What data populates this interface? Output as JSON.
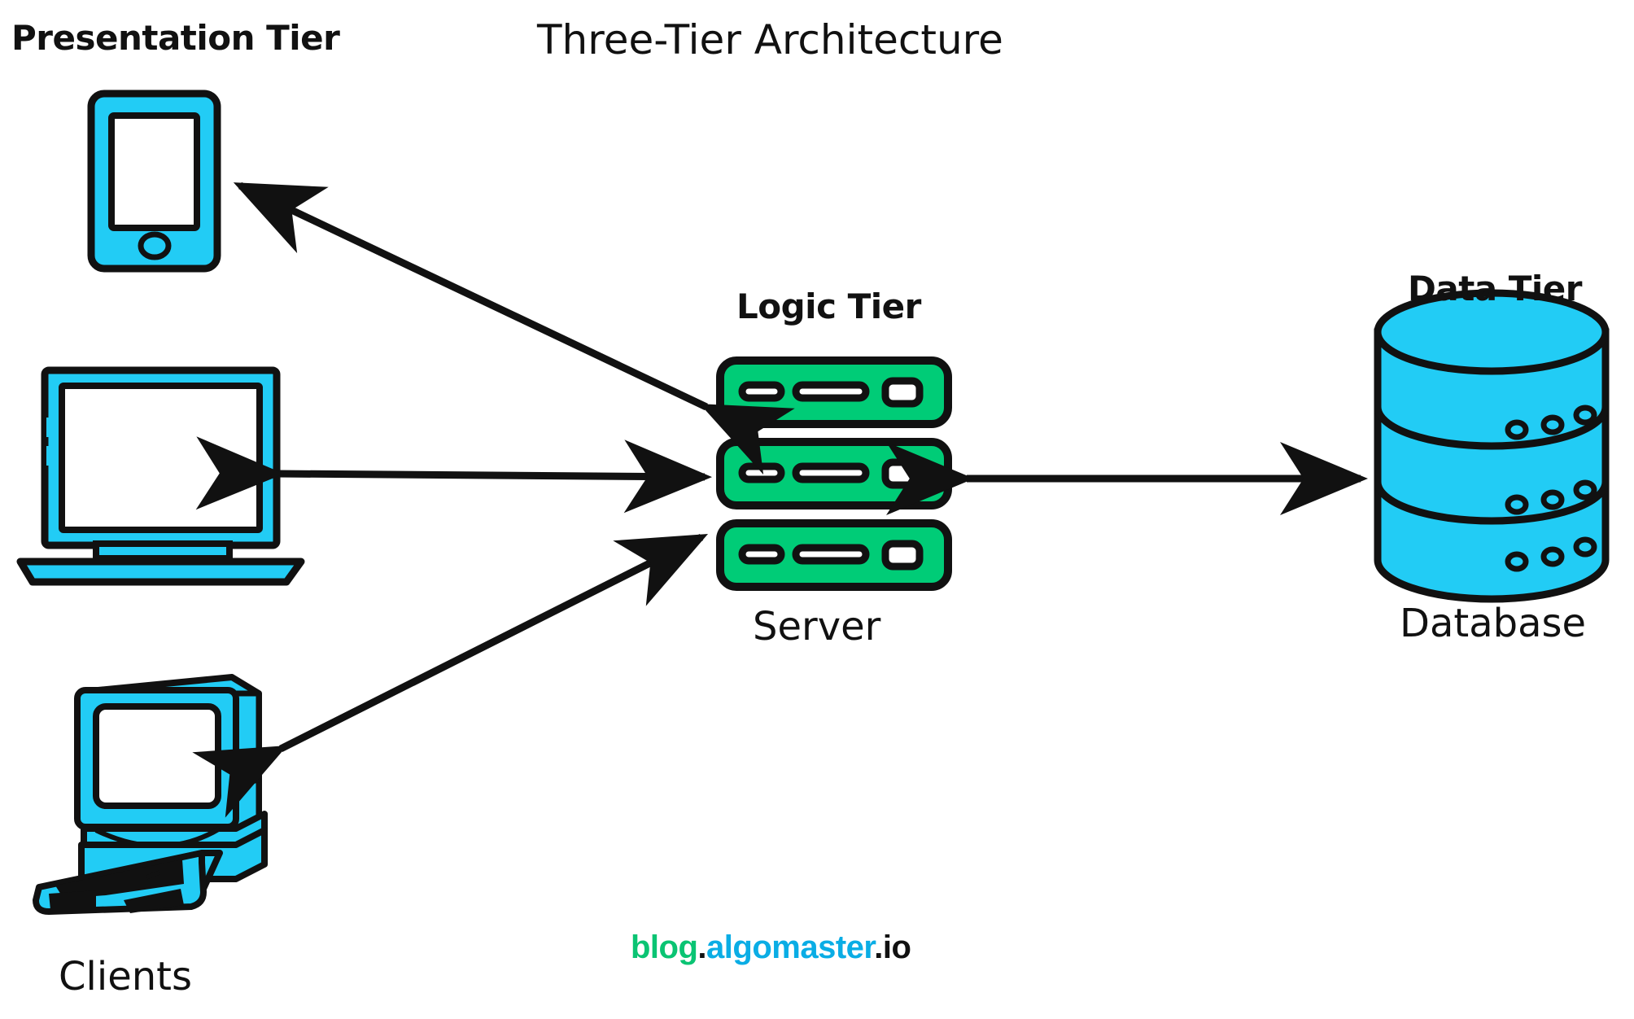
{
  "diagram": {
    "title": "Three-Tier Architecture",
    "type": "three-tier-architecture-diagram",
    "background_color": "#ffffff",
    "stroke_color": "#111111"
  },
  "labels": {
    "presentation_tier": "Presentation Tier",
    "logic_tier": "Logic Tier",
    "data_tier": "Data Tier",
    "server": "Server",
    "database": "Database",
    "clients": "Clients"
  },
  "nodes": [
    {
      "id": "phone",
      "icon": "smartphone-icon",
      "tier": "Presentation Tier",
      "group": "Clients",
      "color": "#22CCF5"
    },
    {
      "id": "laptop",
      "icon": "laptop-icon",
      "tier": "Presentation Tier",
      "group": "Clients",
      "color": "#22CCF5"
    },
    {
      "id": "desktop",
      "icon": "desktop-computer-icon",
      "tier": "Presentation Tier",
      "group": "Clients",
      "color": "#22CCF5"
    },
    {
      "id": "server",
      "icon": "server-stack-icon",
      "tier": "Logic Tier",
      "label": "Server",
      "color": "#00CC77",
      "units": 3
    },
    {
      "id": "database",
      "icon": "database-cylinder-icon",
      "tier": "Data Tier",
      "label": "Database",
      "color": "#22CCF5",
      "bands": 3
    }
  ],
  "connections": [
    {
      "from": "server",
      "to": "phone",
      "direction": "one-way",
      "arrowheads": 2,
      "note": "double arrowhead pointing at phone and at server"
    },
    {
      "from": "laptop",
      "to": "server",
      "direction": "two-way",
      "arrowheads": 2
    },
    {
      "from": "desktop",
      "to": "server",
      "direction": "two-way",
      "arrowheads": 2
    },
    {
      "from": "server",
      "to": "database",
      "direction": "two-way",
      "arrowheads": 2
    }
  ],
  "colors": {
    "cyan": "#22CCF5",
    "green": "#00CC77",
    "black": "#111111",
    "white": "#ffffff",
    "brand_green": "#0AC473",
    "brand_blue": "#0AADE5"
  },
  "footer": {
    "brand_blog": "blog",
    "brand_dot1": ".",
    "brand_algomaster": "algomaster",
    "brand_dot2": ".",
    "brand_io": "io"
  }
}
